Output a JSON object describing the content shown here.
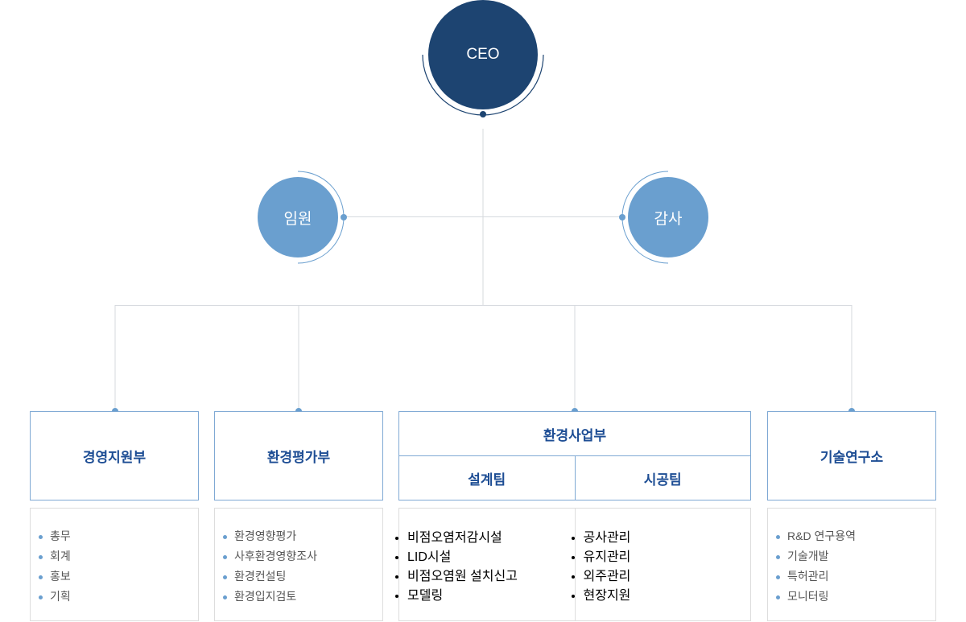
{
  "top": {
    "ceo": "CEO",
    "executive": "임원",
    "audit": "감사"
  },
  "departments": [
    {
      "name": "경영지원부",
      "items": [
        "총무",
        "회계",
        "홍보",
        "기획"
      ]
    },
    {
      "name": "환경평가부",
      "items": [
        "환경영향평가",
        "사후환경영향조사",
        "환경컨설팅",
        "환경입지검토"
      ]
    },
    {
      "name": "환경사업부",
      "teams": [
        {
          "name": "설계팀",
          "items": [
            "비점오염저감시설",
            "LID시설",
            "비점오염원 설치신고",
            "모델링"
          ]
        },
        {
          "name": "시공팀",
          "items": [
            "공사관리",
            "유지관리",
            "외주관리",
            "현장지원"
          ]
        }
      ]
    },
    {
      "name": "기술연구소",
      "items": [
        "R&D 연구용역",
        "기술개발",
        "특허관리",
        "모니터링"
      ]
    }
  ],
  "colors": {
    "ceo": "#1d4471",
    "sub": "#6a9fcf",
    "text": "#1d4d94",
    "line": "#d5d9de"
  }
}
